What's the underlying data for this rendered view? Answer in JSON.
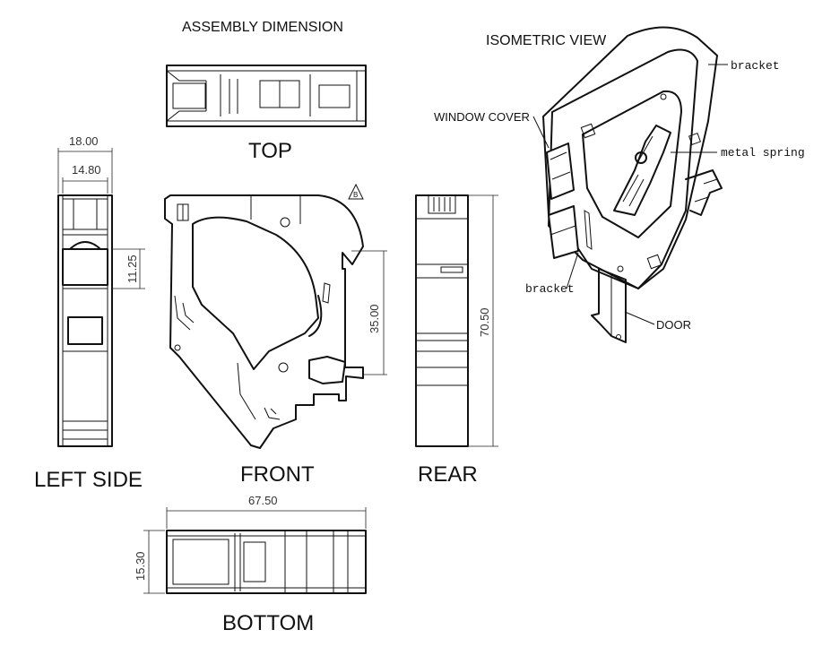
{
  "title": "ASSEMBLY DIMENSION",
  "views": {
    "top": "TOP",
    "left_side": "LEFT SIDE",
    "front": "FRONT",
    "rear": "REAR",
    "bottom": "BOTTOM",
    "isometric": "ISOMETRIC VIEW"
  },
  "dimensions": {
    "width_overall": "18.00",
    "width_inner": "14.80",
    "window_height": "11.25",
    "front_height": "35.00",
    "rear_height": "70.50",
    "bottom_length": "67.50",
    "bottom_width": "15.30"
  },
  "revision_mark": "B",
  "callouts": {
    "bracket_top": "bracket",
    "window_cover": "WINDOW COVER",
    "metal_spring": "metal spring",
    "bracket_bottom": "bracket",
    "door": "DOOR"
  }
}
